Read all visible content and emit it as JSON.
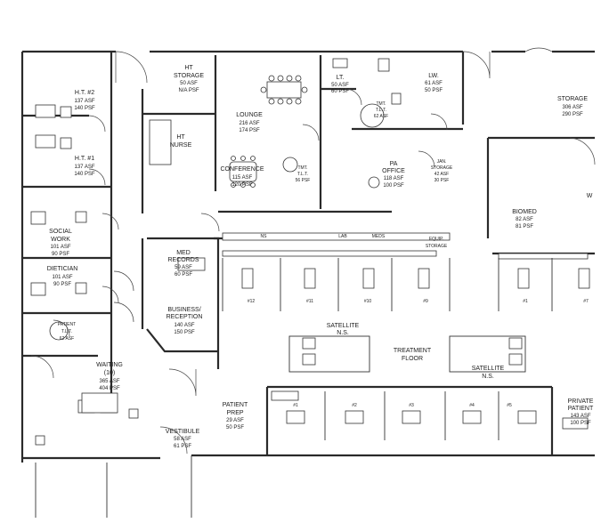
{
  "rooms": [
    {
      "id": "ht2",
      "name": "H.T. #2",
      "asf": "137 ASF",
      "psf": "140 PSF"
    },
    {
      "id": "ht1",
      "name": "H.T. #1",
      "asf": "137 ASF",
      "psf": "140 PSF"
    },
    {
      "id": "ht-storage",
      "name": "HT",
      "name2": "STORAGE",
      "asf": "50 ASF",
      "psf": "N/A PSF"
    },
    {
      "id": "ht-nurse",
      "name": "HT",
      "name2": "NURSE"
    },
    {
      "id": "lounge",
      "name": "LOUNGE",
      "asf": "216 ASF",
      "psf": "174 PSF"
    },
    {
      "id": "conference",
      "name": "CONFERENCE",
      "asf": "115 ASF",
      "psf": "120 PSF"
    },
    {
      "id": "tmt-tlt-a",
      "name": "TMT.",
      "name2": "T.L.T.",
      "asf": "56 PSF"
    },
    {
      "id": "lt",
      "name": "LT.",
      "asf": "50 ASF",
      "psf": "60 PSF"
    },
    {
      "id": "tmt-tlt-b",
      "name": "TMT.",
      "name2": "T.L.T.",
      "asf": "62 ASF"
    },
    {
      "id": "lw",
      "name": "LW.",
      "asf": "61 ASF",
      "psf": "50 PSF"
    },
    {
      "id": "pa-office",
      "name": "PA",
      "name2": "OFFICE",
      "asf": "118 ASF",
      "psf": "100 PSF"
    },
    {
      "id": "jan-storage",
      "name": "JAN.",
      "name2": "STORAGE",
      "asf": "42 ASF",
      "psf": "30 PSF"
    },
    {
      "id": "storage",
      "name": "STORAGE",
      "asf": "306 ASF",
      "psf": "290 PSF"
    },
    {
      "id": "social-work",
      "name": "SOCIAL",
      "name2": "WORK",
      "asf": "101 ASF",
      "psf": "90 PSF"
    },
    {
      "id": "dietician",
      "name": "DIETICIAN",
      "asf": "101 ASF",
      "psf": "90 PSF"
    },
    {
      "id": "patient-tlt",
      "name": "PATIENT",
      "name2": "T.L.T.",
      "asf": "62 ASF"
    },
    {
      "id": "waiting",
      "name": "WAITING",
      "name2": "(10)",
      "asf": "365 ASF",
      "psf": "404 PSF"
    },
    {
      "id": "med-records",
      "name": "MED",
      "name2": "RECORDS",
      "asf": "59 ASF",
      "psf": "60 PSF"
    },
    {
      "id": "business-reception",
      "name": "BUSINESS/",
      "name2": "RECEPTION",
      "asf": "140 ASF",
      "psf": "150 PSF"
    },
    {
      "id": "vestibule",
      "name": "VESTIBULE",
      "asf": "58 ASF",
      "psf": "61 PSF"
    },
    {
      "id": "patient-prep",
      "name": "PATIENT",
      "name2": "PREP",
      "asf": "29 ASF",
      "psf": "50 PSF"
    },
    {
      "id": "biomed",
      "name": "BIOMED",
      "asf": "82 ASF",
      "psf": "81 PSF"
    },
    {
      "id": "private-patient",
      "name": "PRIVATE",
      "name2": "PATIENT",
      "asf": "143 ASF",
      "psf": "100 PSF"
    }
  ],
  "counter_labels": {
    "ns": "NS",
    "lab": "LAB",
    "meds": "MEDS",
    "equip": "EQUIP.",
    "equip2": "STORAGE"
  },
  "stations_top": [
    "#12",
    "#11",
    "#10",
    "#9",
    "#1",
    "#7"
  ],
  "stations_bottom": [
    "#1",
    "#2",
    "#3",
    "#4",
    "#5"
  ],
  "satellite_1": {
    "line1": "SATELLITE",
    "line2": "N.S."
  },
  "satellite_2": {
    "line1": "SATELLITE",
    "line2": "N.S."
  },
  "treatment_floor": {
    "line1": "TREATMENT",
    "line2": "FLOOR"
  },
  "edge_letter": "W"
}
